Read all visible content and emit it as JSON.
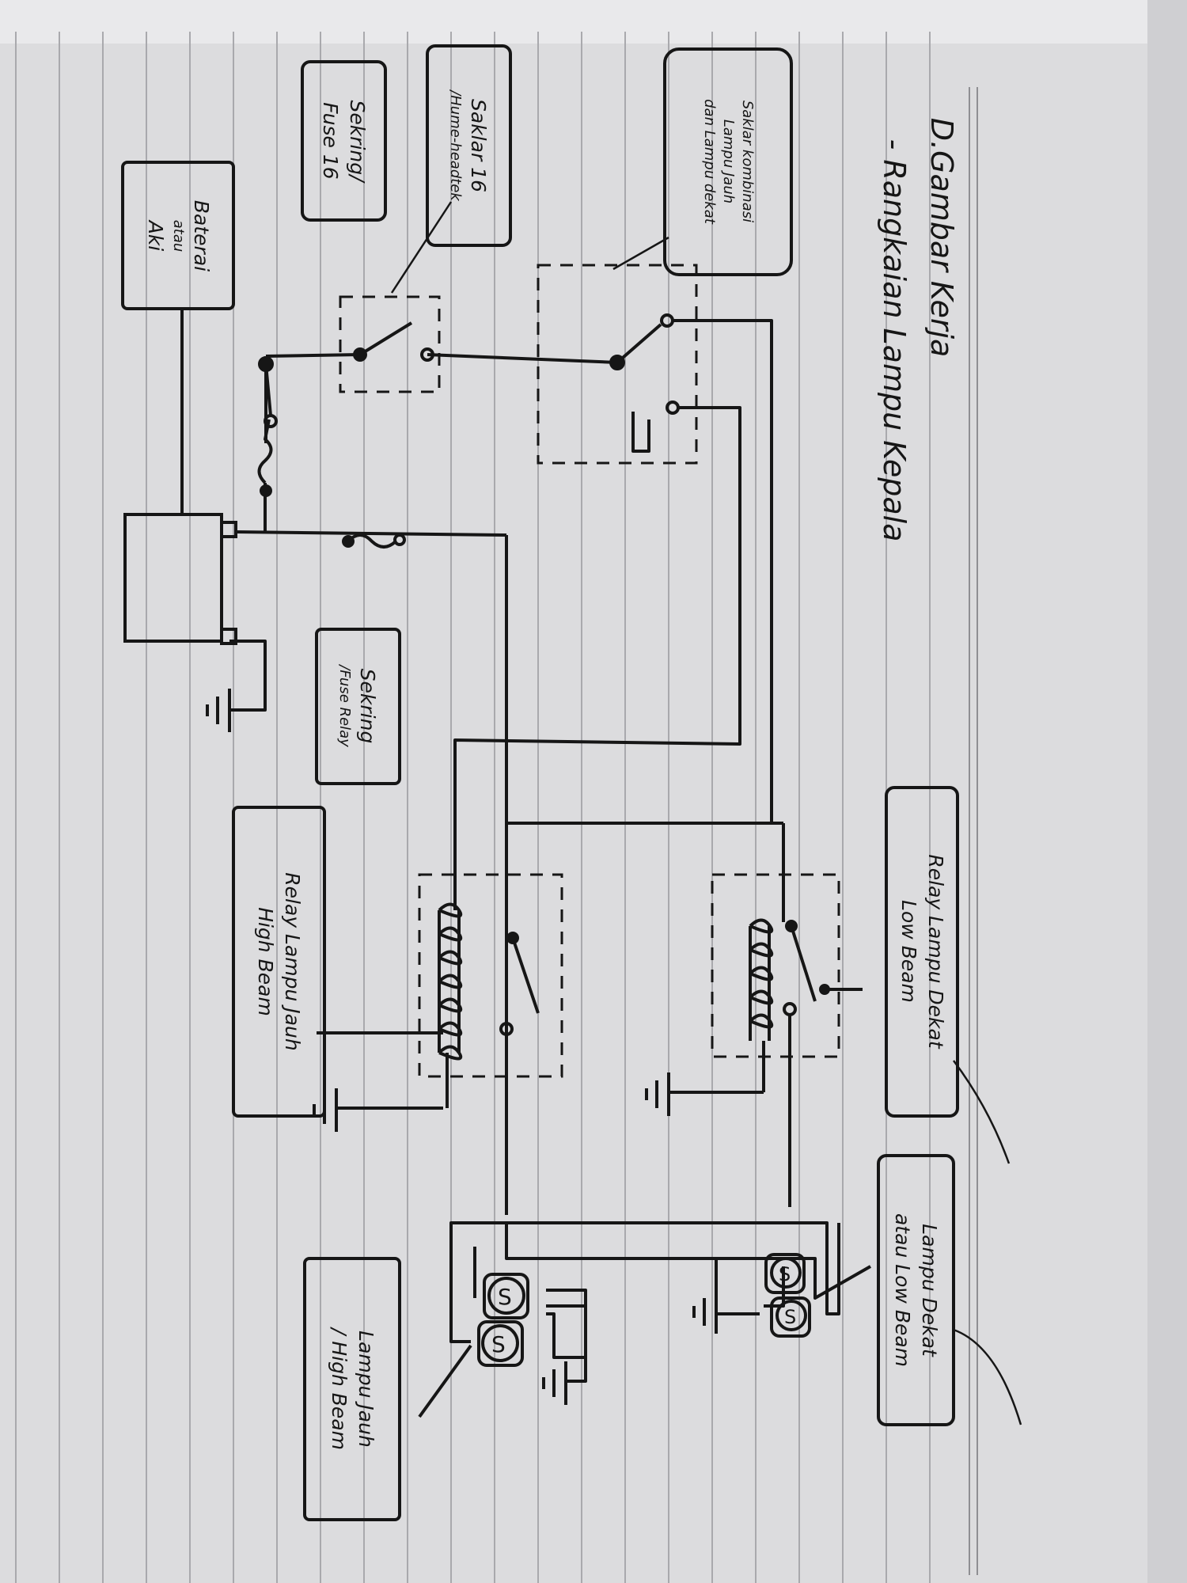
{
  "header": {
    "title": "D.Gambar Kerja",
    "subtitle": "- Rangkaian Lampu Kepala"
  },
  "components": {
    "baterai": {
      "line1": "Baterai",
      "line2": "atau",
      "line3": "Aki"
    },
    "sekring_fuse16": {
      "line1": "Sekring/",
      "line2": "Fuse 16"
    },
    "saklar16": {
      "line1": "Saklar 16",
      "line2": "/Hume-headtek"
    },
    "saklar_kombinasi": {
      "line1": "Saklar kombinasi",
      "line2": "Lampu Jauh",
      "line3": "dan Lampu dekat"
    },
    "sekring_relay": {
      "line1": "Sekring",
      "line2": "/Fuse Relay"
    },
    "relay_low_beam": {
      "line1": "Relay Lampu Dekat",
      "line2": "Low Beam"
    },
    "relay_high_beam": {
      "line1": "Relay Lampu Jauh",
      "line2": "High Beam"
    },
    "lampu_low_beam": {
      "line1": "Lampu Dekat",
      "line2": "atau Low Beam"
    },
    "lampu_high_beam": {
      "line1": "Lampu Jauh",
      "line2": "/ High Beam"
    }
  },
  "colors": {
    "paper": "#dcdcde",
    "ink": "#161616",
    "rule_line": "#a9a9ad",
    "margin_line": "#8f8f93"
  }
}
